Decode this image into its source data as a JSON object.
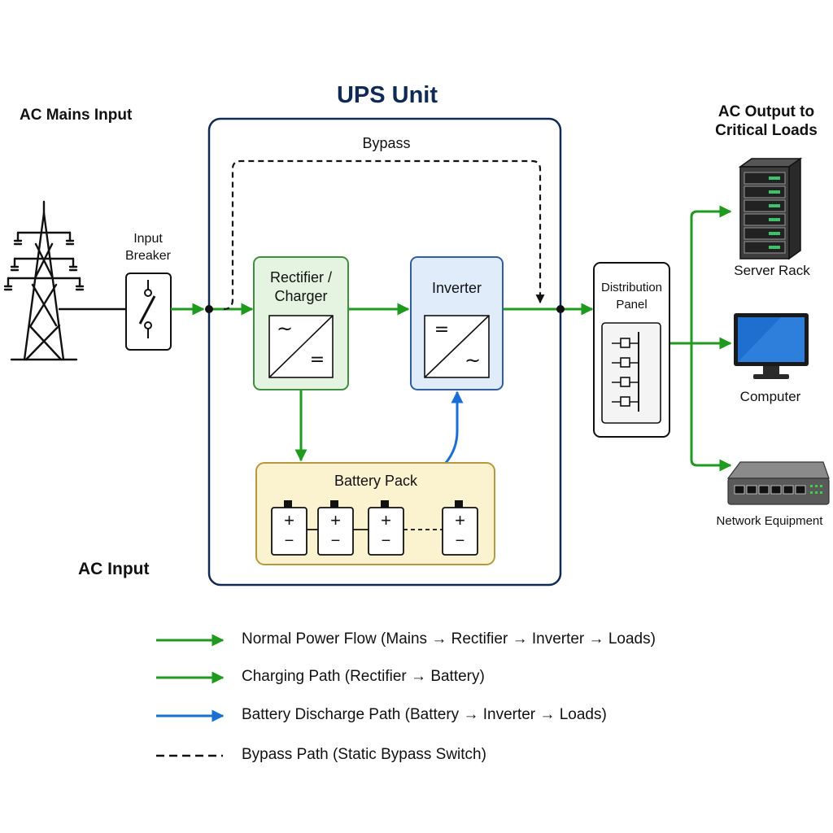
{
  "labels": {
    "ups_title": "UPS Unit",
    "ac_mains_input": "AC Mains Input",
    "ac_output_line1": "AC Output to",
    "ac_output_line2": "Critical Loads",
    "bypass": "Bypass",
    "input_breaker_line1": "Input",
    "input_breaker_line2": "Breaker",
    "rectifier_line1": "Rectifier /",
    "rectifier_line2": "Charger",
    "inverter": "Inverter",
    "distribution_line1": "Distribution",
    "distribution_line2": "Panel",
    "battery_pack": "Battery Pack",
    "ac_input": "AC Input"
  },
  "loads": [
    {
      "name": "Server Rack",
      "icon": "server-rack-icon"
    },
    {
      "name": "Computer",
      "icon": "monitor-icon"
    },
    {
      "name": "Network Equipment",
      "icon": "network-switch-icon"
    }
  ],
  "symbols": {
    "ac": "~",
    "dc": "=",
    "plus": "+",
    "minus": "−"
  },
  "colors": {
    "ups_border": "#0f2a55",
    "normal_flow": "#1e9a1e",
    "discharge_flow": "#1a6fd6",
    "bypass_line": "#111111",
    "rectifier_fill": "#e5f3e1",
    "rectifier_border": "#3f8f3f",
    "inverter_fill": "#e0ecf9",
    "inverter_border": "#2f5f9f",
    "battery_fill": "#fbf3cf",
    "battery_border": "#b49a3c"
  },
  "legend": [
    {
      "style": "green",
      "text": "Normal Power Flow (Mains → Rectifier → Inverter → Loads)"
    },
    {
      "style": "green",
      "text": "Charging Path (Rectifier → Battery)"
    },
    {
      "style": "blue",
      "text": "Battery Discharge Path (Battery → Inverter → Loads)"
    },
    {
      "style": "dashed",
      "text": "Bypass Path (Static Bypass Switch)"
    }
  ]
}
